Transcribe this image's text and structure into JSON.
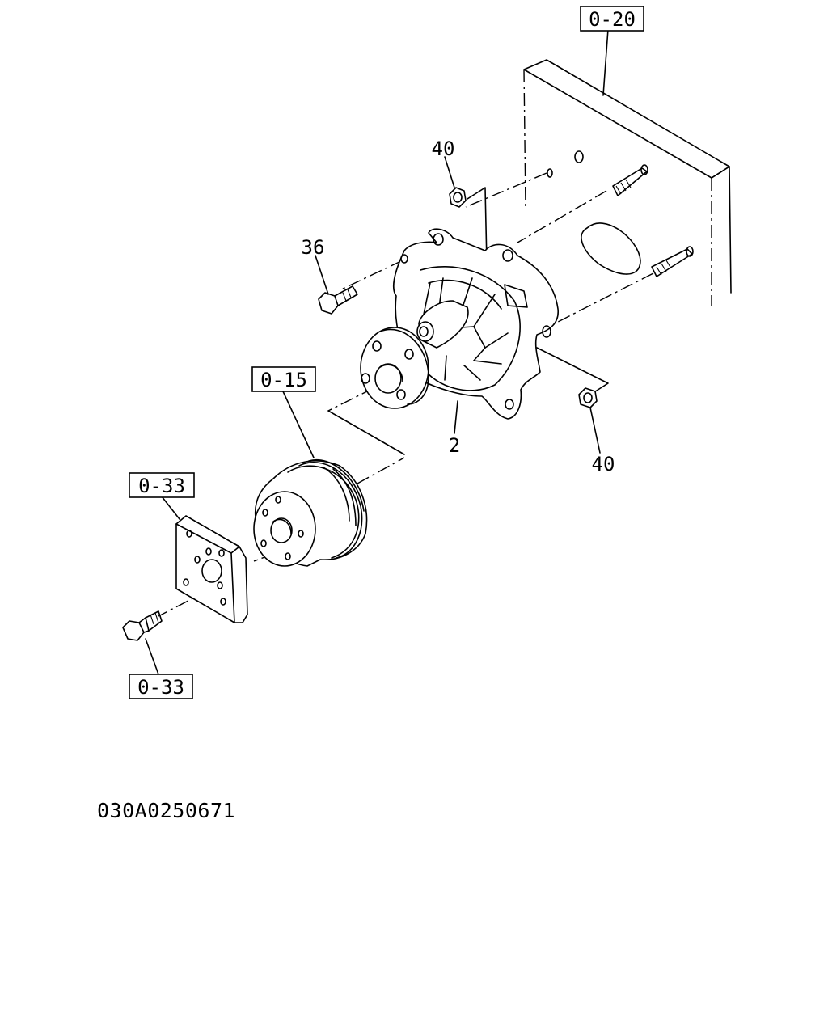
{
  "references": {
    "block_ref": "0-20",
    "pulley_ref": "0-15",
    "plate_ref": "0-33",
    "bolt_ref": "0-33"
  },
  "callouts": {
    "nut_top": "40",
    "bolt_36": "36",
    "pump": "2",
    "nut_bottom": "40"
  },
  "drawing_number": "030A0250671"
}
